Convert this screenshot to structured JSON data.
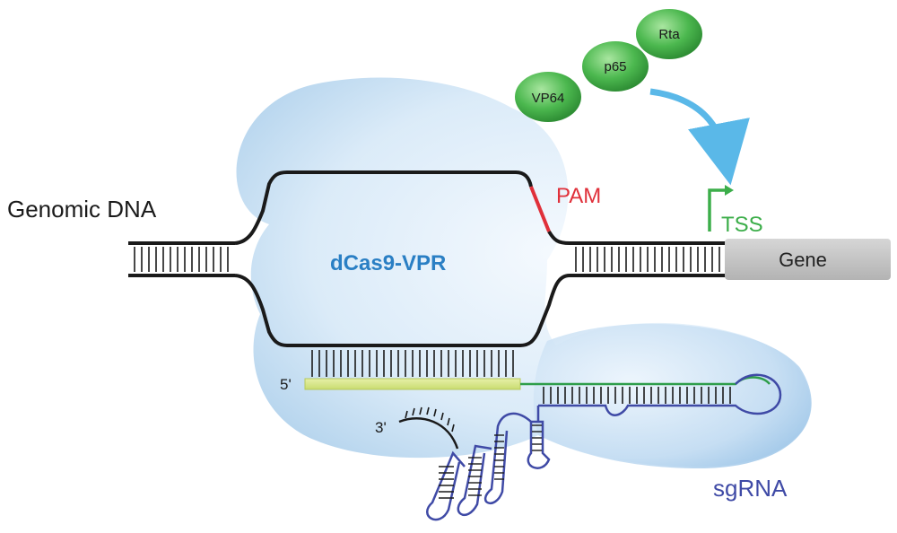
{
  "labels": {
    "genomic_dna": "Genomic DNA",
    "pam": "PAM",
    "tss": "TSS",
    "gene": "Gene",
    "protein": "dCas9-VPR",
    "sgrna": "sgRNA",
    "five_prime": "5'",
    "three_prime": "3'",
    "activators": [
      "VP64",
      "p65",
      "Rta"
    ]
  },
  "colors": {
    "dna_strand": "#1a1a1a",
    "pam": "#e0303a",
    "tss": "#3cae4a",
    "gene_box": "#c9c9c9",
    "protein_fill": "#cfe4f6",
    "protein_text": "#2a7fc4",
    "sgrna": "#3f4aa6",
    "spacer": "#d8e98a",
    "scaffold_green": "#2e9e4a",
    "activator": "#4cb84f",
    "arrow": "#5ab8e8"
  }
}
